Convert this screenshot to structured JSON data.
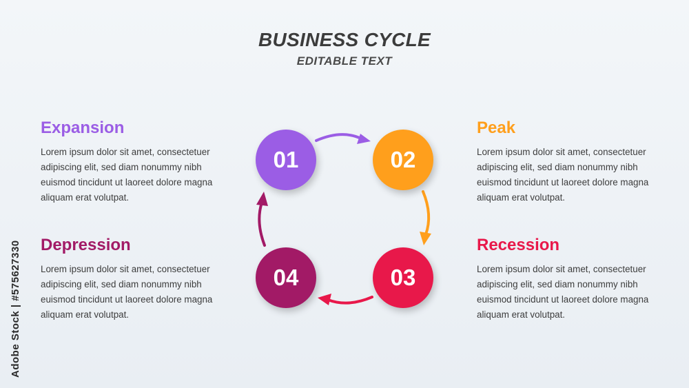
{
  "title": "BUSINESS CYCLE",
  "subtitle": "EDITABLE TEXT",
  "stages": [
    {
      "number": "01",
      "title": "Expansion",
      "color": "#9b5de5",
      "description": "Lorem ipsum dolor sit amet, consectetuer adipiscing elit, sed diam nonummy nibh euismod tincidunt ut laoreet dolore magna aliquam erat volutpat."
    },
    {
      "number": "02",
      "title": "Peak",
      "color": "#ff9f1c",
      "description": "Lorem ipsum dolor sit amet, consectetuer adipiscing elit, sed diam nonummy nibh euismod tincidunt ut laoreet dolore magna aliquam erat volutpat."
    },
    {
      "number": "03",
      "title": "Recession",
      "color": "#e8184a",
      "description": "Lorem ipsum dolor sit amet, consectetuer adipiscing elit, sed diam nonummy nibh euismod tincidunt ut laoreet dolore magna aliquam erat volutpat."
    },
    {
      "number": "04",
      "title": "Depression",
      "color": "#a21a66",
      "description": "Lorem ipsum dolor sit amet, consectetuer adipiscing elit, sed diam nonummy nibh euismod tincidunt ut laoreet dolore magna aliquam erat volutpat."
    }
  ],
  "watermark": "Adobe Stock | #575627330"
}
